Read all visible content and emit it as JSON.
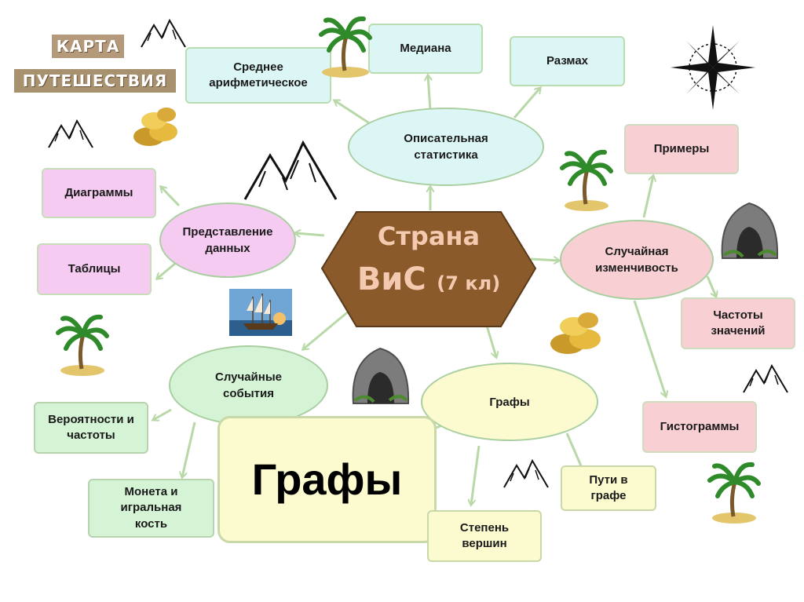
{
  "title": {
    "line1": "КАРТА",
    "line2": "ПУТЕШЕСТВИЯ"
  },
  "center": {
    "line1": "Страна",
    "line2_main": "ВиС",
    "line2_sub": "(7 кл)"
  },
  "hubs": {
    "descriptive": "Описательная статистика",
    "representation": "Представление данных",
    "variability": "Случайная изменчивость",
    "random_events": "Случайные события",
    "graphs": "Графы"
  },
  "leaves": {
    "mean": "Среднее арифметическое",
    "median": "Медиана",
    "range": "Размах",
    "examples": "Примеры",
    "diagrams": "Диаграммы",
    "tables": "Таблицы",
    "frequencies": "Частоты значений",
    "histograms": "Гистограммы",
    "probabilities": "Вероятности и частоты",
    "coin": "Монета и игральная кость",
    "graphs_big": "Графы",
    "degree": "Степень вершин",
    "paths": "Пути в графе"
  },
  "colors": {
    "hex_fill": "#8b5a2b",
    "hex_text": "#f3c9b0",
    "arrow": "#b8d8a8"
  }
}
